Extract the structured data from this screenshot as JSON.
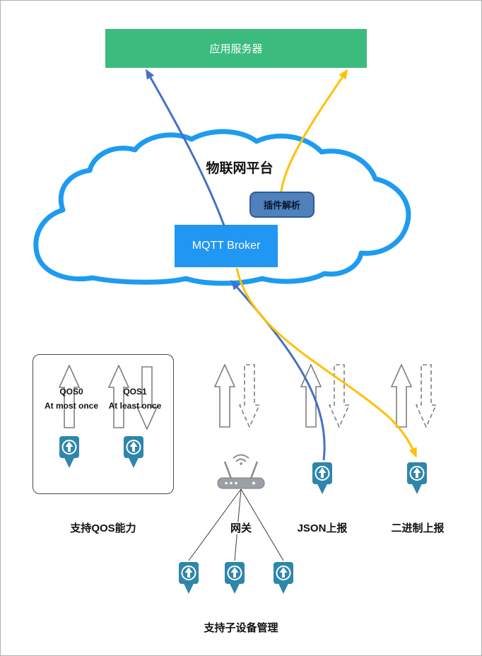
{
  "app_server": {
    "label": "应用服务器"
  },
  "platform": {
    "label": "物联网平台",
    "plugin": "插件解析",
    "broker": "MQTT Broker"
  },
  "qos": {
    "qos0": "QOS0",
    "qos0_desc": "At most once",
    "qos1": "QOS1",
    "qos1_desc": "At least once",
    "box_caption": "支持QOS能力"
  },
  "gateway": {
    "label": "网关",
    "caption": "支持子设备管理"
  },
  "uplinks": {
    "json": "JSON上报",
    "binary": "二进制上报"
  },
  "colors": {
    "server_green": "#3bbb7e",
    "cloud_blue": "#1e9bf0",
    "broker_blue": "#2196f3",
    "plugin_blue": "#4f81bd",
    "arrow_blue": "#4472c4",
    "arrow_yellow": "#ffc000",
    "pin_teal": "#2e86ab"
  }
}
